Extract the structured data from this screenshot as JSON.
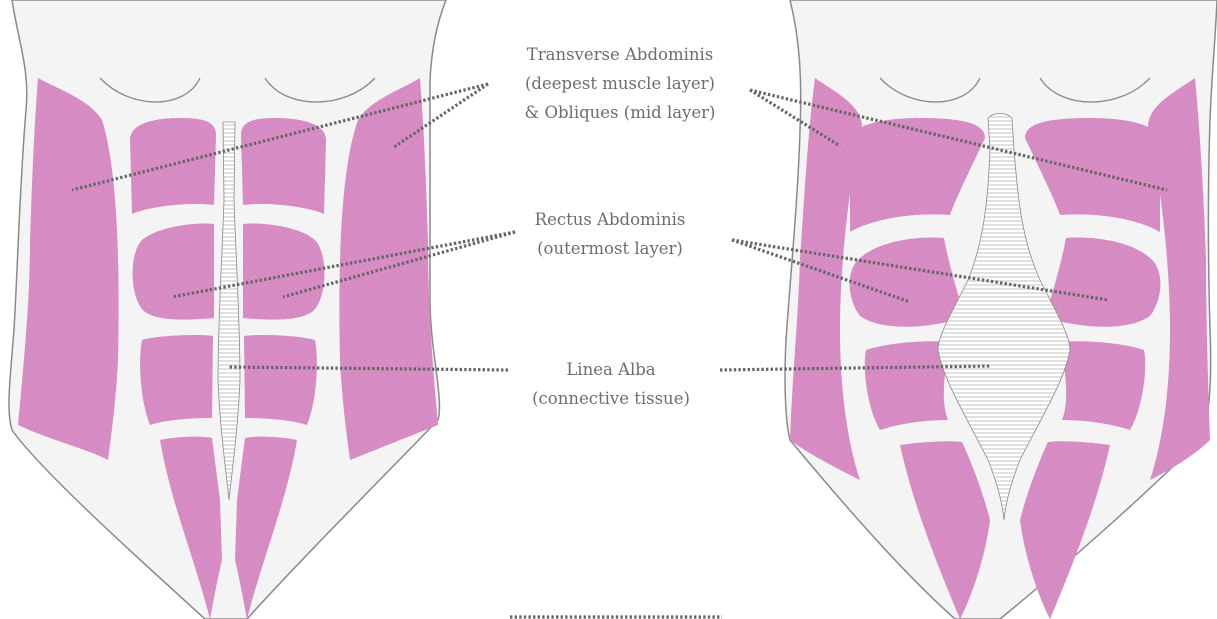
{
  "labels": {
    "transverse": {
      "line1": "Transverse Abdominis",
      "line2": "(deepest muscle layer)",
      "line3": "& Obliques (mid layer)"
    },
    "rectus": {
      "line1": "Rectus Abdominis",
      "line2": "(outermost layer)"
    },
    "linea": {
      "line1": "Linea Alba",
      "line2": "(connective tissue)"
    }
  },
  "colors": {
    "muscle": "#d98fc6",
    "muscle_line": "#c878b5",
    "skin": "#f4f4f4",
    "outline": "#8a8a8a",
    "leader": "#666666",
    "label_text": "#6d6d6d",
    "linea_fill": "#ffffff",
    "linea_stripe": "#9a9a9a"
  },
  "icons": {
    "left_figure": "normal-abdomen-figure",
    "right_figure": "diastasis-recti-abdomen-figure"
  }
}
